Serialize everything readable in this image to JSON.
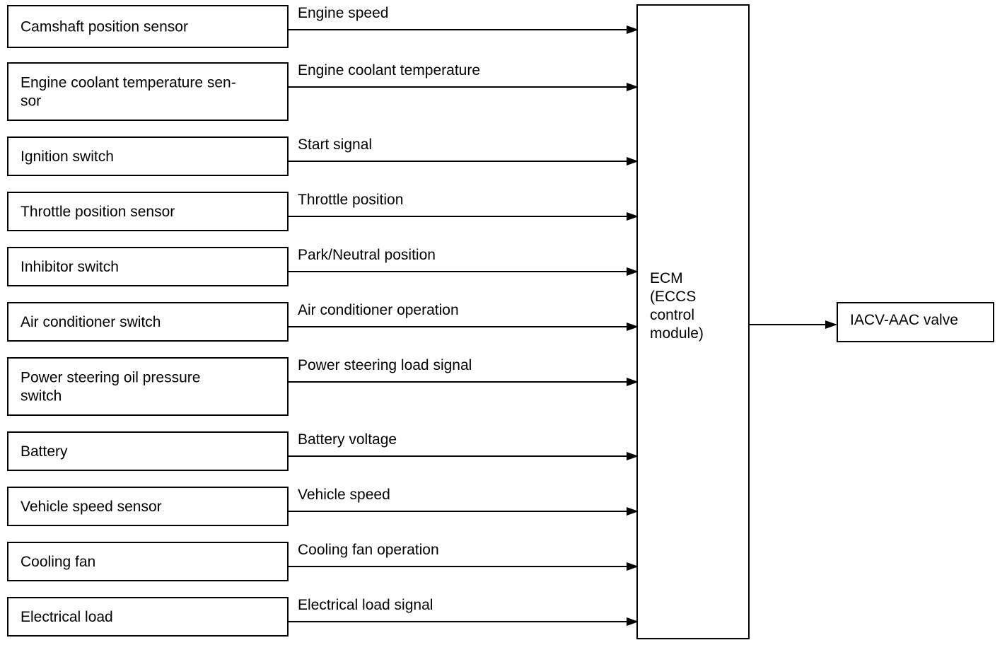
{
  "inputs": [
    {
      "box_lines": [
        "Camshaft position sensor"
      ],
      "signal": "Engine speed"
    },
    {
      "box_lines": [
        "Engine coolant temperature sen-",
        "sor"
      ],
      "signal": "Engine coolant temperature"
    },
    {
      "box_lines": [
        "Ignition switch"
      ],
      "signal": "Start signal"
    },
    {
      "box_lines": [
        "Throttle position sensor"
      ],
      "signal": "Throttle position"
    },
    {
      "box_lines": [
        "Inhibitor switch"
      ],
      "signal": "Park/Neutral position"
    },
    {
      "box_lines": [
        "Air conditioner switch"
      ],
      "signal": "Air conditioner operation"
    },
    {
      "box_lines": [
        "Power steering oil pressure",
        "switch"
      ],
      "signal": "Power steering load signal"
    },
    {
      "box_lines": [
        "Battery"
      ],
      "signal": "Battery voltage"
    },
    {
      "box_lines": [
        "Vehicle speed sensor"
      ],
      "signal": "Vehicle speed"
    },
    {
      "box_lines": [
        "Cooling fan"
      ],
      "signal": "Cooling fan operation"
    },
    {
      "box_lines": [
        "Electrical load"
      ],
      "signal": "Electrical load signal"
    }
  ],
  "ecm": {
    "lines": [
      "ECM",
      "(ECCS",
      "control",
      "module)"
    ]
  },
  "output": {
    "label": "IACV-AAC valve"
  }
}
